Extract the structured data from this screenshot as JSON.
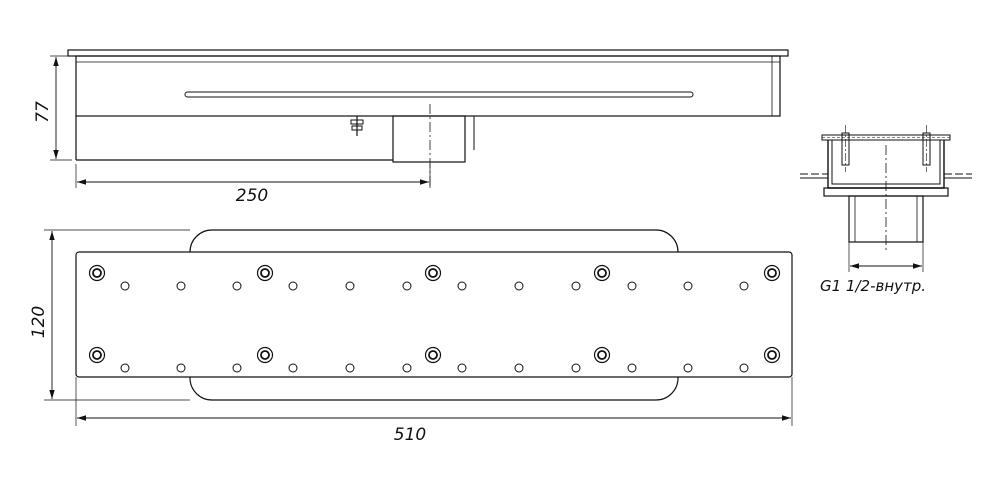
{
  "dimensions": {
    "side_height": "77",
    "side_length": "250",
    "plan_height": "120",
    "plan_length": "510"
  },
  "section": {
    "thread_label": "G1 1/2-внутр."
  },
  "colors": {
    "line": "#111111",
    "background": "#ffffff"
  }
}
